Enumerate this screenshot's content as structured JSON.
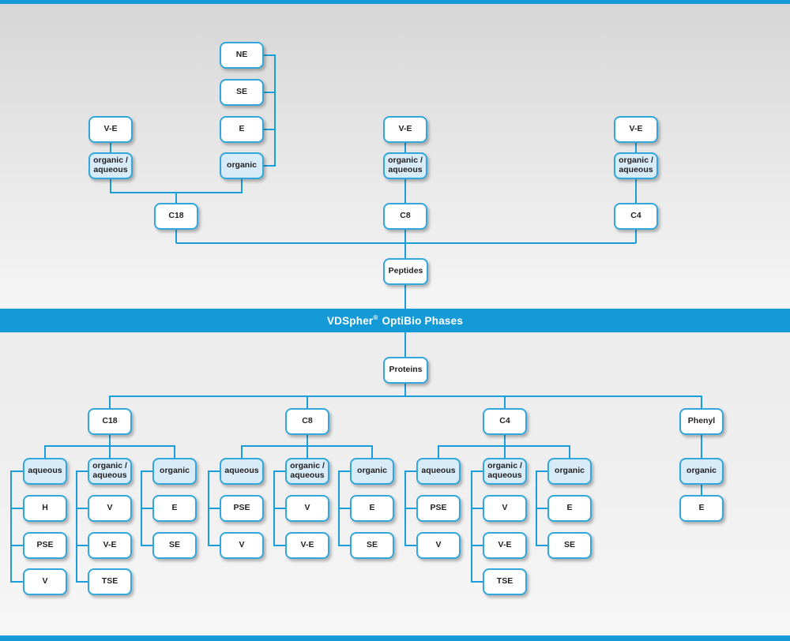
{
  "banner": {
    "brand": "VDSpher",
    "reg": "®",
    "rest": "OptiBio Phases"
  },
  "peptides": {
    "root": "Peptides",
    "columns": [
      {
        "label": "C18",
        "branches": [
          {
            "mode": "organic / aqueous",
            "parent": "V-E"
          },
          {
            "mode": "organic",
            "stack": [
              "NE",
              "SE",
              "E"
            ]
          }
        ]
      },
      {
        "label": "C8",
        "branches": [
          {
            "mode": "organic / aqueous",
            "parent": "V-E"
          }
        ]
      },
      {
        "label": "C4",
        "branches": [
          {
            "mode": "organic / aqueous",
            "parent": "V-E"
          }
        ]
      }
    ]
  },
  "proteins": {
    "root": "Proteins",
    "columns": [
      {
        "label": "C18",
        "groups": [
          {
            "mode": "aqueous",
            "children": [
              "H",
              "PSE",
              "V"
            ]
          },
          {
            "mode": "organic / aqueous",
            "children": [
              "V",
              "V-E",
              "TSE"
            ]
          },
          {
            "mode": "organic",
            "children": [
              "E",
              "SE"
            ]
          }
        ]
      },
      {
        "label": "C8",
        "groups": [
          {
            "mode": "aqueous",
            "children": [
              "PSE",
              "V"
            ]
          },
          {
            "mode": "organic / aqueous",
            "children": [
              "V",
              "V-E"
            ]
          },
          {
            "mode": "organic",
            "children": [
              "E",
              "SE"
            ]
          }
        ]
      },
      {
        "label": "C4",
        "groups": [
          {
            "mode": "aqueous",
            "children": [
              "PSE",
              "V"
            ]
          },
          {
            "mode": "organic / aqueous",
            "children": [
              "V",
              "V-E",
              "TSE"
            ]
          },
          {
            "mode": "organic",
            "children": [
              "E",
              "SE"
            ]
          }
        ]
      },
      {
        "label": "Phenyl",
        "groups": [
          {
            "mode": "organic",
            "children": [
              "E"
            ]
          }
        ]
      }
    ]
  },
  "colors": {
    "accent_blue": "#149bd7",
    "wire_blue": "#1a9ed9",
    "box_border": "#31a7db",
    "box_highlight_fill": "#d7ebf8",
    "text": "#231f20"
  }
}
